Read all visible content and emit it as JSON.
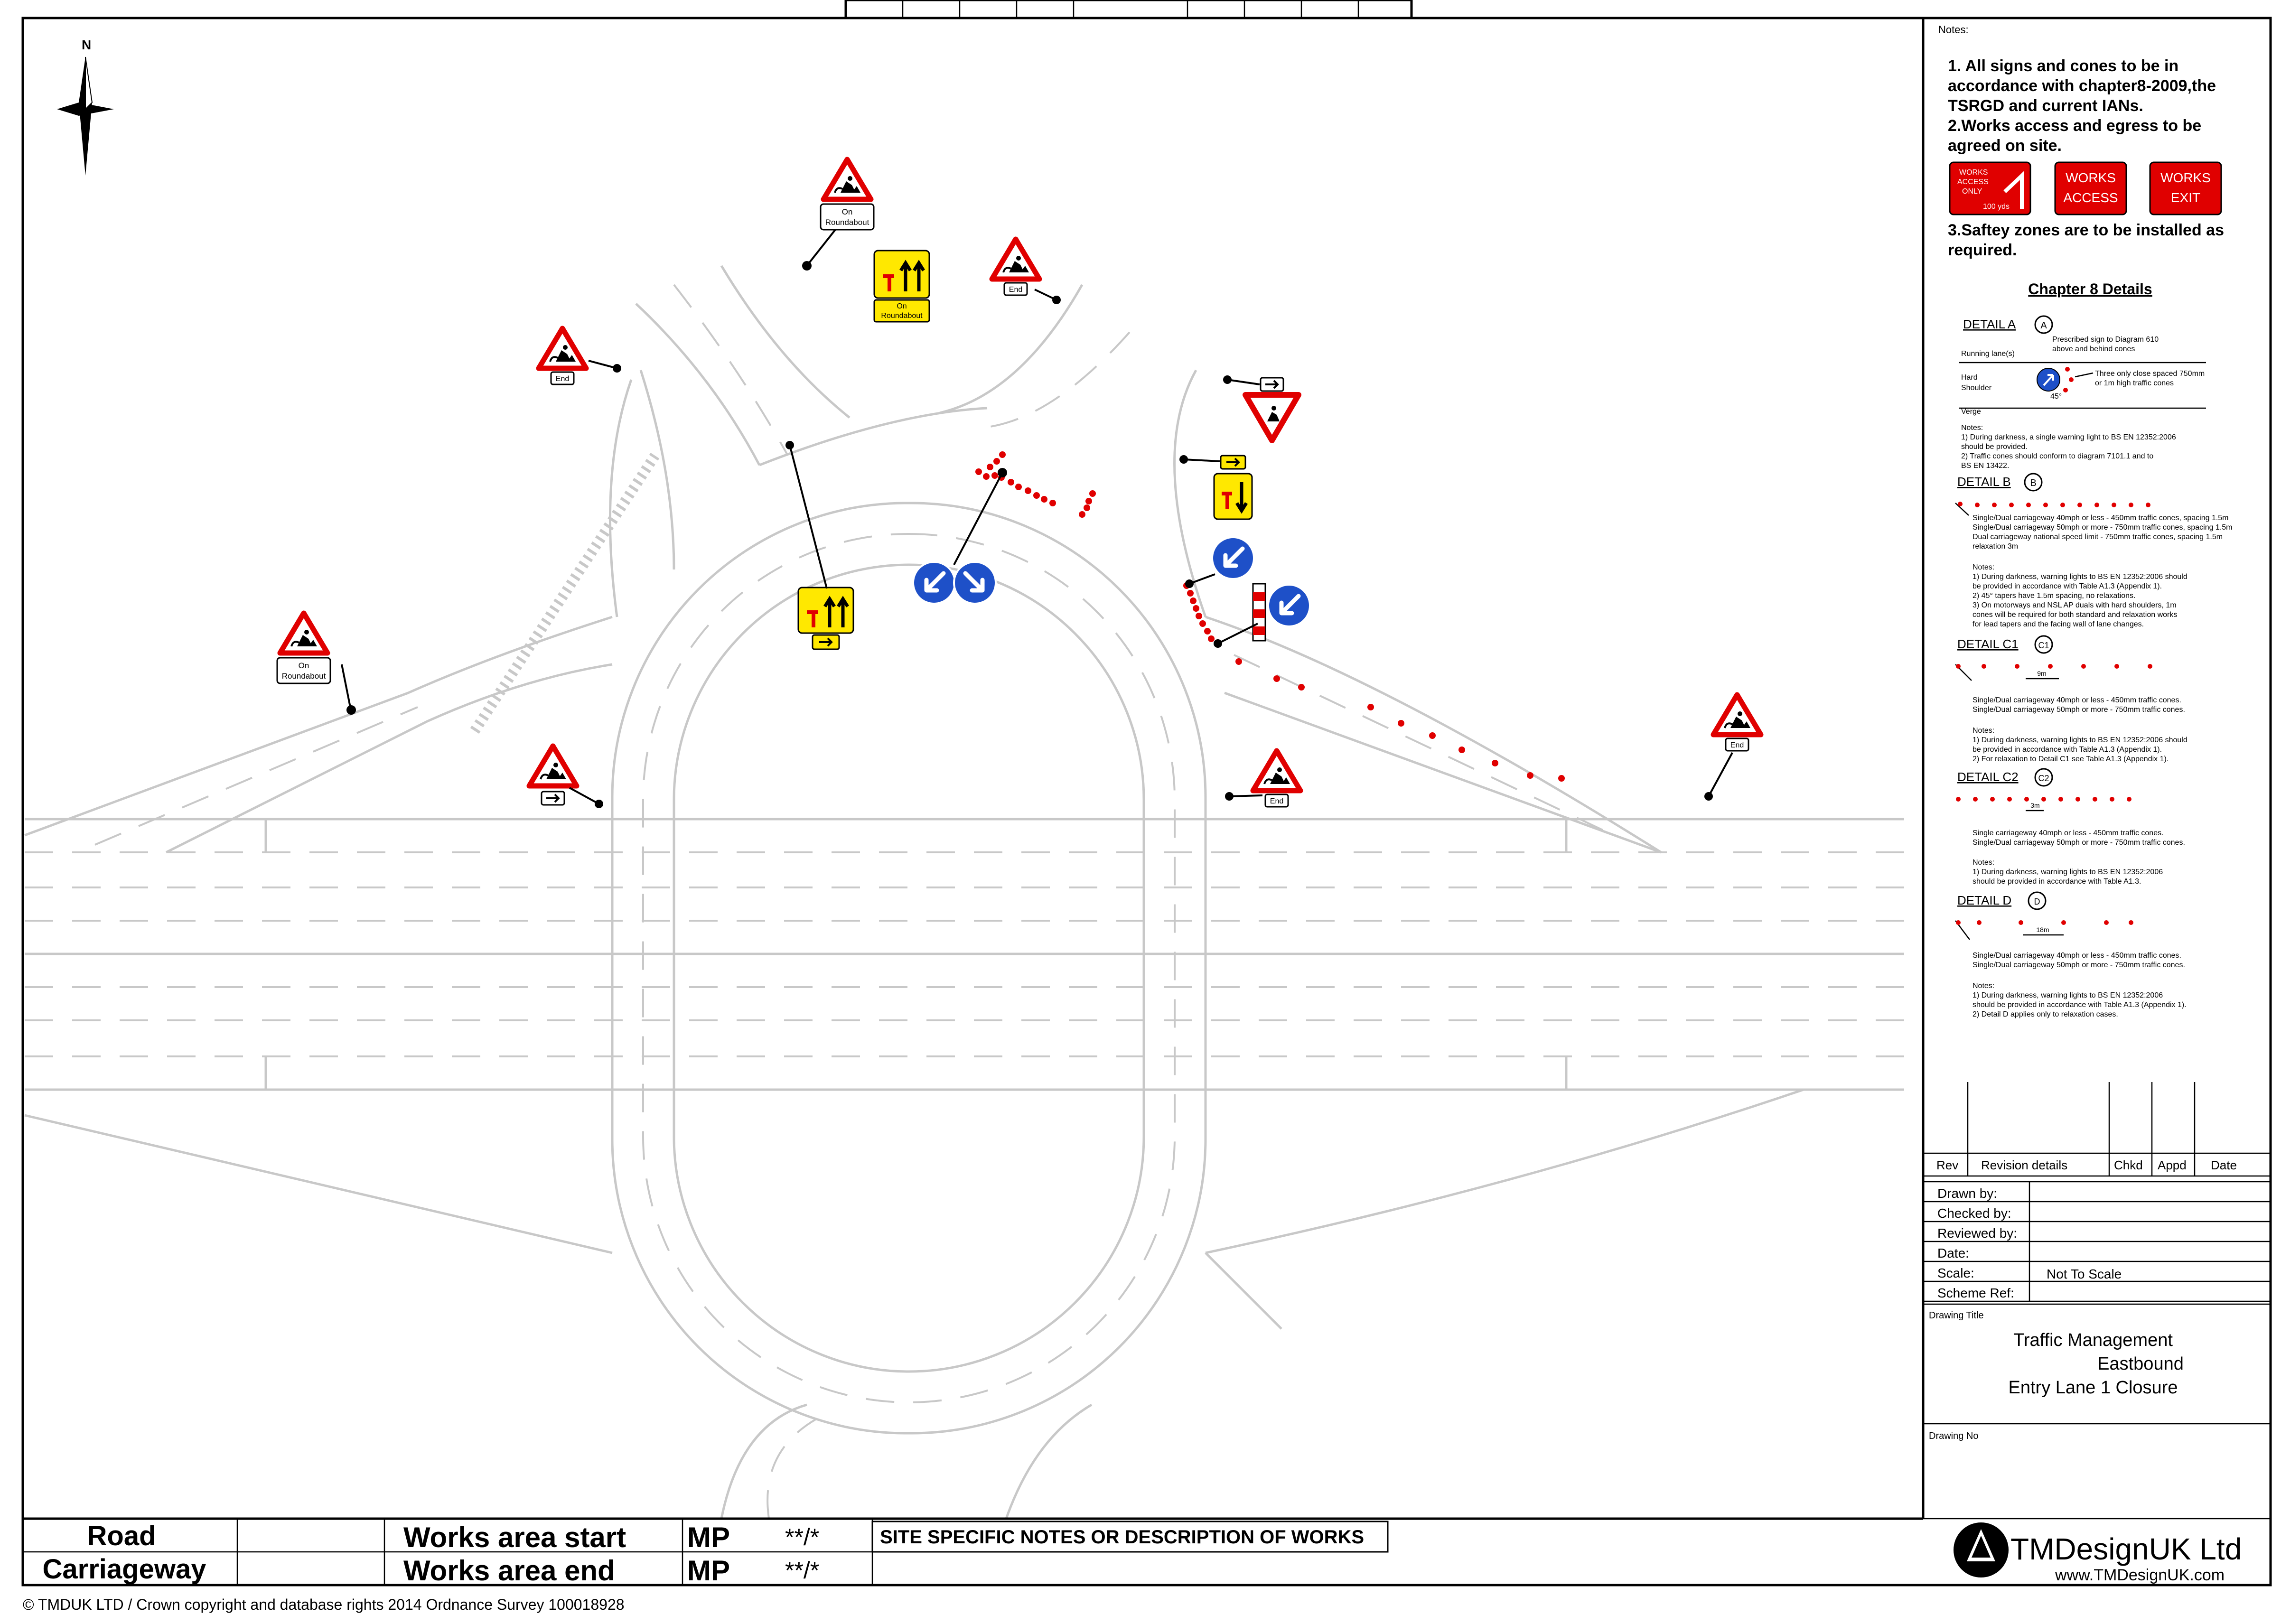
{
  "notes": {
    "heading": "Notes:",
    "lines": [
      "1. All signs and cones to be in",
      "accordance with chapter8-2009,the",
      "TSRGD and current IANs.",
      "2.Works access and egress to be",
      "agreed on site."
    ],
    "line3a": "3.Saftey zones are to be installed as",
    "line3b": "required.",
    "access_sign": {
      "l1": "WORKS",
      "l2": "ACCESS",
      "l3": "ONLY",
      "yds": "100 yds"
    },
    "works_access": [
      "WORKS",
      "ACCESS"
    ],
    "works_exit": [
      "WORKS",
      "EXIT"
    ]
  },
  "chapter8": {
    "title": "Chapter 8 Details",
    "detail_a": {
      "label": "DETAIL A",
      "badge": "A",
      "prescribed": [
        "Prescribed sign to Diagram 610",
        "above and behind cones"
      ],
      "running": "Running lane(s)",
      "hard": [
        "Hard",
        "Shoulder"
      ],
      "three": [
        "Three only close spaced 750mm",
        "or 1m high traffic cones"
      ],
      "angle": "45°",
      "verge": "Verge",
      "notes": [
        "Notes:",
        "1) During darkness, a single warning light to BS EN 12352:2006",
        "should be provided.",
        "2) Traffic cones should conform to diagram 7101.1 and to",
        "BS EN 13422."
      ]
    },
    "detail_b": {
      "label": "DETAIL B",
      "badge": "B",
      "lines": [
        "Single/Dual carriageway 40mph or less - 450mm traffic cones, spacing 1.5m",
        "Single/Dual carriageway 50mph or more - 750mm traffic cones, spacing 1.5m",
        "Dual carriageway national speed limit - 750mm traffic cones, spacing 1.5m",
        "relaxation 3m"
      ],
      "notes": [
        "Notes:",
        "1) During darkness, warning lights to BS EN 12352:2006 should",
        "be provided in accordance with Table A1.3 (Appendix 1).",
        "2) 45° tapers have 1.5m spacing, no relaxations.",
        "3) On motorways and NSL AP duals with hard shoulders, 1m",
        "cones will be required for both standard and relaxation works",
        "for lead tapers and the facing wall of lane changes."
      ]
    },
    "detail_c1": {
      "label": "DETAIL C1",
      "badge": "C1",
      "spacing": "9m",
      "lines": [
        "Single/Dual carriageway 40mph or less - 450mm traffic cones.",
        "Single/Dual carriageway 50mph or more - 750mm traffic cones."
      ],
      "notes": [
        "Notes:",
        "1) During darkness, warning lights to BS EN 12352:2006 should",
        "be provided in accordance with Table A1.3 (Appendix 1).",
        "2) For relaxation to Detail C1 see Table A1.3 (Appendix 1)."
      ]
    },
    "detail_c2": {
      "label": "DETAIL C2",
      "badge": "C2",
      "spacing": "3m",
      "lines": [
        "Single carriageway 40mph or less - 450mm traffic cones.",
        "Single/Dual carriageway 50mph or more - 750mm traffic cones."
      ],
      "notes": [
        "Notes:",
        "1) During darkness, warning lights to BS EN 12352:2006",
        "should be provided in accordance with Table A1.3."
      ]
    },
    "detail_d": {
      "label": "DETAIL D",
      "badge": "D",
      "spacing": "18m",
      "lines": [
        "Single/Dual carriageway 40mph or less - 450mm traffic cones.",
        "Single/Dual carriageway 50mph or more - 750mm traffic cones."
      ],
      "notes": [
        "Notes:",
        "1) During darkness, warning lights to BS EN 12352:2006",
        "should be provided in accordance with Table A1.3 (Appendix 1).",
        "2) Detail D applies only to relaxation cases."
      ]
    }
  },
  "revision": {
    "rev": "Rev",
    "details": "Revision details",
    "chkd": "Chkd",
    "appd": "Appd",
    "date": "Date"
  },
  "title_block": {
    "drawn_by": "Drawn by:",
    "checked_by": "Checked by:",
    "reviewed_by": "Reviewed by:",
    "date": "Date:",
    "scale": "Scale:",
    "scale_value": "Not To Scale",
    "scheme_ref": "Scheme Ref:",
    "drawing_title_label": "Drawing Title",
    "title_lines": [
      "Traffic Management",
      "Eastbound",
      "Entry Lane 1 Closure"
    ],
    "drawing_no_label": "Drawing No"
  },
  "logo": {
    "name": "TMDesignUK Ltd",
    "url": "www.TMDesignUK.com"
  },
  "bottom_table": {
    "road": "Road",
    "carriageway": "Carriageway",
    "works_start": "Works area start",
    "works_end": "Works area end",
    "mp": "MP",
    "mp_value": "**/*",
    "site_notes": "SITE SPECIFIC NOTES OR DESCRIPTION OF WORKS"
  },
  "copyright": "© TMDUK LTD / Crown copyright and database rights 2014 Ordnance Survey 100018928",
  "signs": {
    "north": "N",
    "on": "On",
    "roundabout": "Roundabout",
    "end": "End"
  }
}
